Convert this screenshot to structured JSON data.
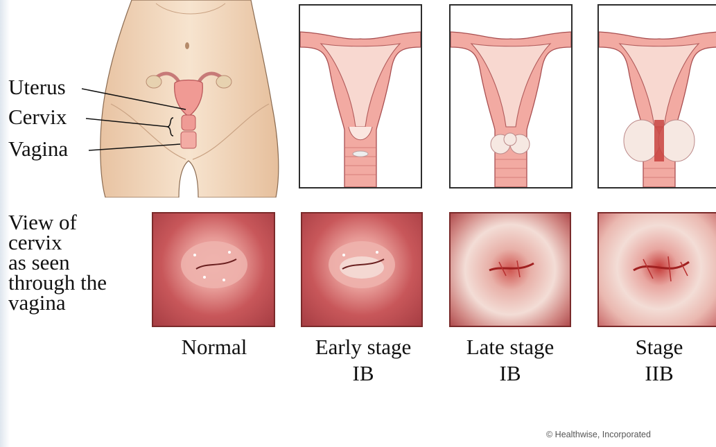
{
  "anatomy_labels": {
    "uterus": "Uterus",
    "cervix": "Cervix",
    "vagina": "Vagina"
  },
  "view_caption_lines": [
    "View of",
    "cervix",
    "as seen",
    "through the",
    "vagina"
  ],
  "stages": [
    {
      "line1": "Normal",
      "line2": ""
    },
    {
      "line1": "Early stage",
      "line2": "IB"
    },
    {
      "line1": "Late stage",
      "line2": "IB"
    },
    {
      "line1": "Stage",
      "line2": "IIB"
    }
  ],
  "copyright": "© Healthwise, Incorporated",
  "colors": {
    "skin": "#f4dcc2",
    "tissue": "#f0a8a0",
    "tumor": "#f3ddd6",
    "cervix_inner": "#d9686a",
    "panel_border": "#2d2d2d"
  }
}
